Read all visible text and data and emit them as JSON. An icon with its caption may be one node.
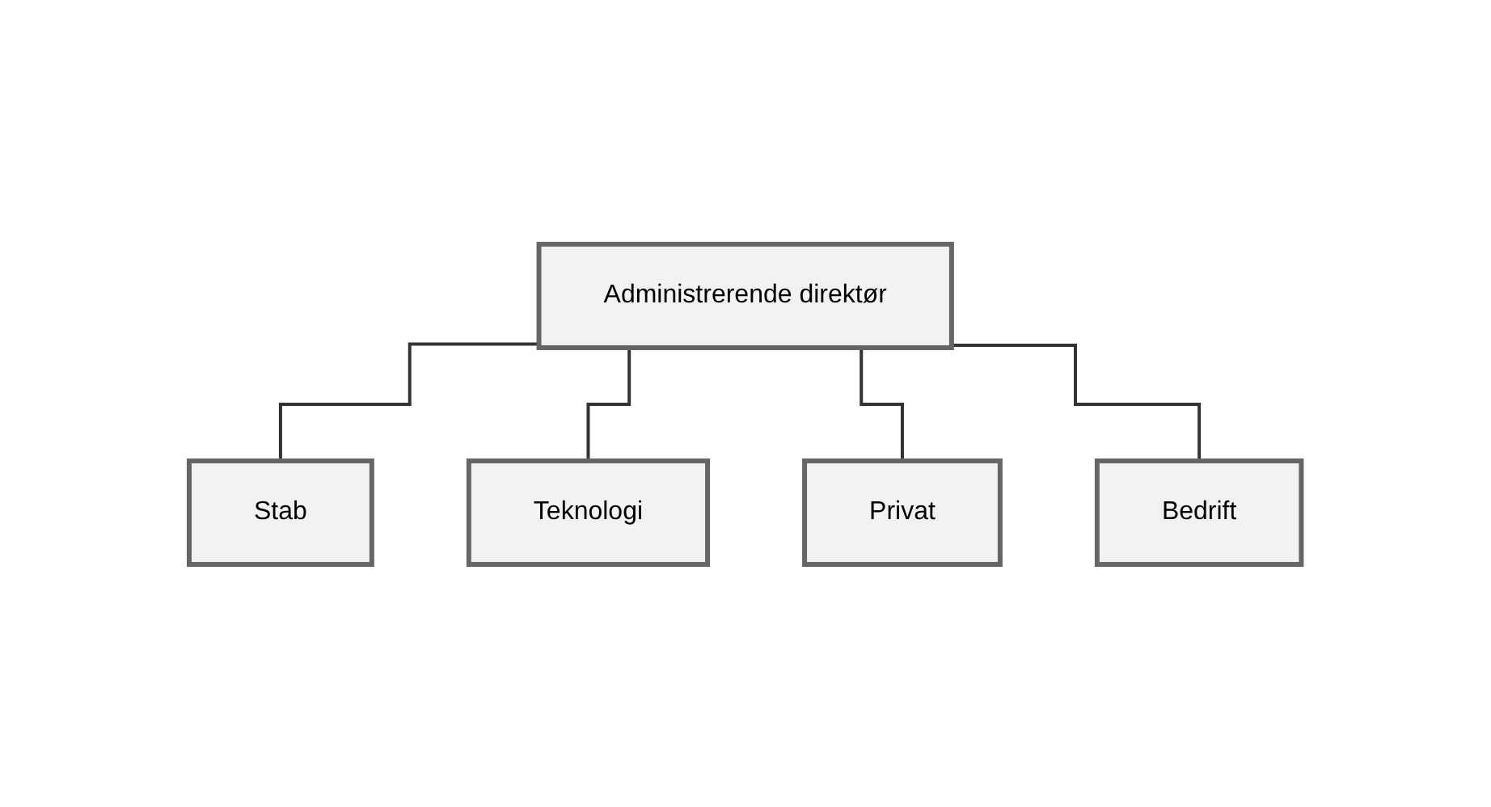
{
  "diagram": {
    "nodes": [
      {
        "text": [
          "Administrerende direktør"
        ]
      },
      {
        "text": [
          "Stab"
        ]
      },
      {
        "text": [
          "Teknologi"
        ]
      },
      {
        "text": [
          "Privat"
        ]
      },
      {
        "text": [
          "Bedrift"
        ]
      }
    ],
    "edges": [
      {
        "from": 0,
        "to": 1,
        "arrow": "none"
      },
      {
        "from": 0,
        "to": 2,
        "arrow": "none"
      },
      {
        "from": 0,
        "to": 3,
        "arrow": "none"
      },
      {
        "from": 0,
        "to": 4,
        "arrow": "none"
      }
    ]
  }
}
